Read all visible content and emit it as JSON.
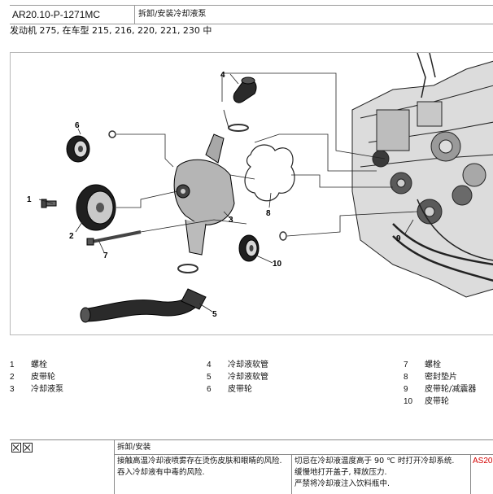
{
  "header": {
    "doc_code": "AR20.10-P-1271MC",
    "title": "拆卸/安装冷却液泵"
  },
  "applies_to": "发动机   275, 在车型 215, 216, 220, 221, 230 中",
  "figure": {
    "callouts": [
      "1",
      "2",
      "3",
      "4",
      "5",
      "6",
      "7",
      "8",
      "9",
      "10"
    ]
  },
  "legend": [
    {
      "num": "1",
      "label": "螺栓"
    },
    {
      "num": "2",
      "label": "皮带轮"
    },
    {
      "num": "3",
      "label": "冷却液泵"
    },
    {
      "num": "4",
      "label": "冷却液软管"
    },
    {
      "num": "5",
      "label": "冷却液软管"
    },
    {
      "num": "6",
      "label": "皮带轮"
    },
    {
      "num": "7",
      "label": "螺栓"
    },
    {
      "num": "8",
      "label": "密封垫片"
    },
    {
      "num": "9",
      "label": "皮带轮/减震器"
    },
    {
      "num": "10",
      "label": "皮带轮"
    }
  ],
  "steps_table": {
    "row1_label": "拆卸/安装",
    "hazard_text": "接触高温冷却液喷雾存在烫伤皮肤和眼睛的风险. 吞入冷却液有中毒的风险.",
    "measures_lines": [
      "切忌在冷却液温度高于 90 ℃ 时打开冷却系统.",
      "缓慢地打开盖子, 释放压力.",
      "严禁将冷却液注入饮料瓶中."
    ],
    "ref_code": "AS20",
    "ref_color": "#d40000"
  }
}
